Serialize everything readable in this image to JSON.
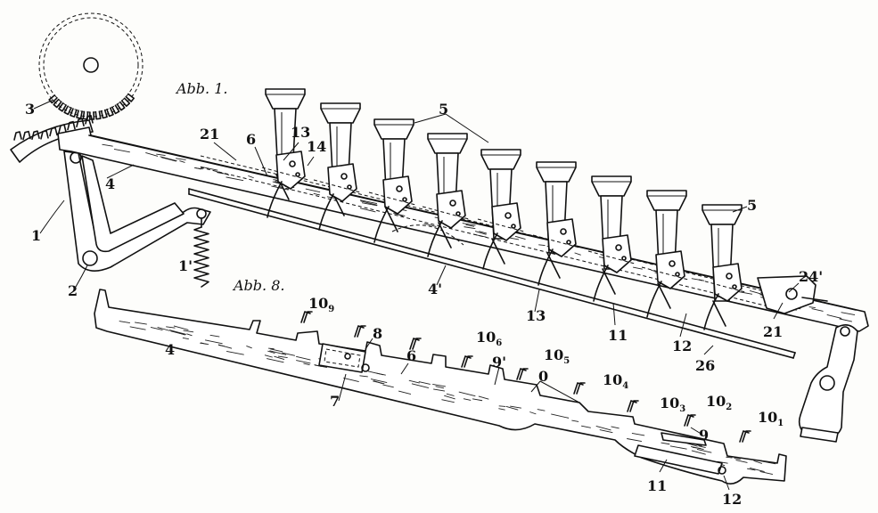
{
  "captions": {
    "fig1": "Abb. 1.",
    "fig8": "Abb. 8."
  },
  "labels": {
    "l1": "1",
    "l1p": "1'",
    "l2": "2",
    "l3": "3",
    "l4a": "4",
    "l4b": "4'",
    "l4c": "4",
    "l5a": "5",
    "l5b": "5",
    "l6a": "6",
    "l6b": "6",
    "l7": "7",
    "l8": "8",
    "l9a": "9'",
    "l9b": "9",
    "l11a": "11",
    "l11b": "11",
    "l12a": "12",
    "l12b": "12",
    "l13a": "13",
    "l13b": "13",
    "l14": "14",
    "l21a": "21",
    "l21b": "21",
    "l24": "24'",
    "l26": "26",
    "l0": "0"
  },
  "sub_labels": [
    {
      "base": "10",
      "sub": "9"
    },
    {
      "base": "10",
      "sub": "6"
    },
    {
      "base": "10",
      "sub": "5"
    },
    {
      "base": "10",
      "sub": "4"
    },
    {
      "base": "10",
      "sub": "3"
    },
    {
      "base": "10",
      "sub": "2"
    },
    {
      "base": "10",
      "sub": "1"
    }
  ]
}
